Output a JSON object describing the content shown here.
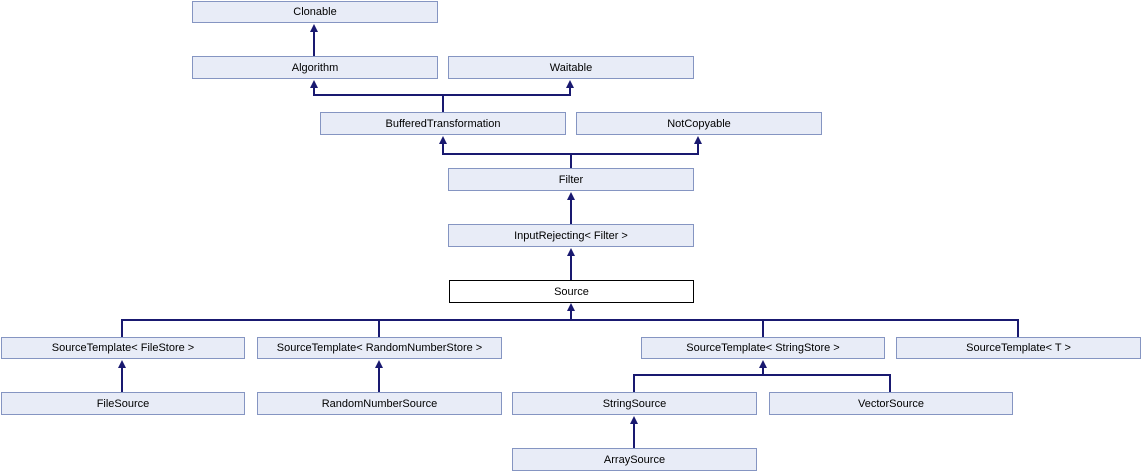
{
  "diagram": {
    "kind": "class-inheritance-graph",
    "highlighted_node": "Source",
    "colors": {
      "background": "#ffffff",
      "node_fill": "#e8ecf7",
      "node_border": "#8595c2",
      "highlight_node_fill": "#ffffff",
      "highlight_node_border": "#000000",
      "edge": "#191970",
      "text": "#000000"
    },
    "nodes": {
      "clonable": {
        "label": "Clonable"
      },
      "algorithm": {
        "label": "Algorithm"
      },
      "waitable": {
        "label": "Waitable"
      },
      "buffered": {
        "label": "BufferedTransformation"
      },
      "notcopyable": {
        "label": "NotCopyable"
      },
      "filter": {
        "label": "Filter"
      },
      "inputrejecting": {
        "label": "InputRejecting< Filter >"
      },
      "source": {
        "label": "Source"
      },
      "st_filestore": {
        "label": "SourceTemplate< FileStore >"
      },
      "st_rnstore": {
        "label": "SourceTemplate< RandomNumberStore >"
      },
      "st_stringstore": {
        "label": "SourceTemplate< StringStore >"
      },
      "st_t": {
        "label": "SourceTemplate< T >"
      },
      "filesource": {
        "label": "FileSource"
      },
      "rnsource": {
        "label": "RandomNumberSource"
      },
      "stringsource": {
        "label": "StringSource"
      },
      "vectorsource": {
        "label": "VectorSource"
      },
      "arraysource": {
        "label": "ArraySource"
      }
    },
    "edges": [
      {
        "from": "Algorithm",
        "to": "Clonable"
      },
      {
        "from": "BufferedTransformation",
        "to": "Algorithm"
      },
      {
        "from": "BufferedTransformation",
        "to": "Waitable"
      },
      {
        "from": "Filter",
        "to": "BufferedTransformation"
      },
      {
        "from": "Filter",
        "to": "NotCopyable"
      },
      {
        "from": "InputRejecting< Filter >",
        "to": "Filter"
      },
      {
        "from": "Source",
        "to": "InputRejecting< Filter >"
      },
      {
        "from": "SourceTemplate< FileStore >",
        "to": "Source"
      },
      {
        "from": "SourceTemplate< RandomNumberStore >",
        "to": "Source"
      },
      {
        "from": "SourceTemplate< StringStore >",
        "to": "Source"
      },
      {
        "from": "SourceTemplate< T >",
        "to": "Source"
      },
      {
        "from": "FileSource",
        "to": "SourceTemplate< FileStore >"
      },
      {
        "from": "RandomNumberSource",
        "to": "SourceTemplate< RandomNumberStore >"
      },
      {
        "from": "StringSource",
        "to": "SourceTemplate< StringStore >"
      },
      {
        "from": "VectorSource",
        "to": "SourceTemplate< StringStore >"
      },
      {
        "from": "ArraySource",
        "to": "StringSource"
      }
    ]
  }
}
